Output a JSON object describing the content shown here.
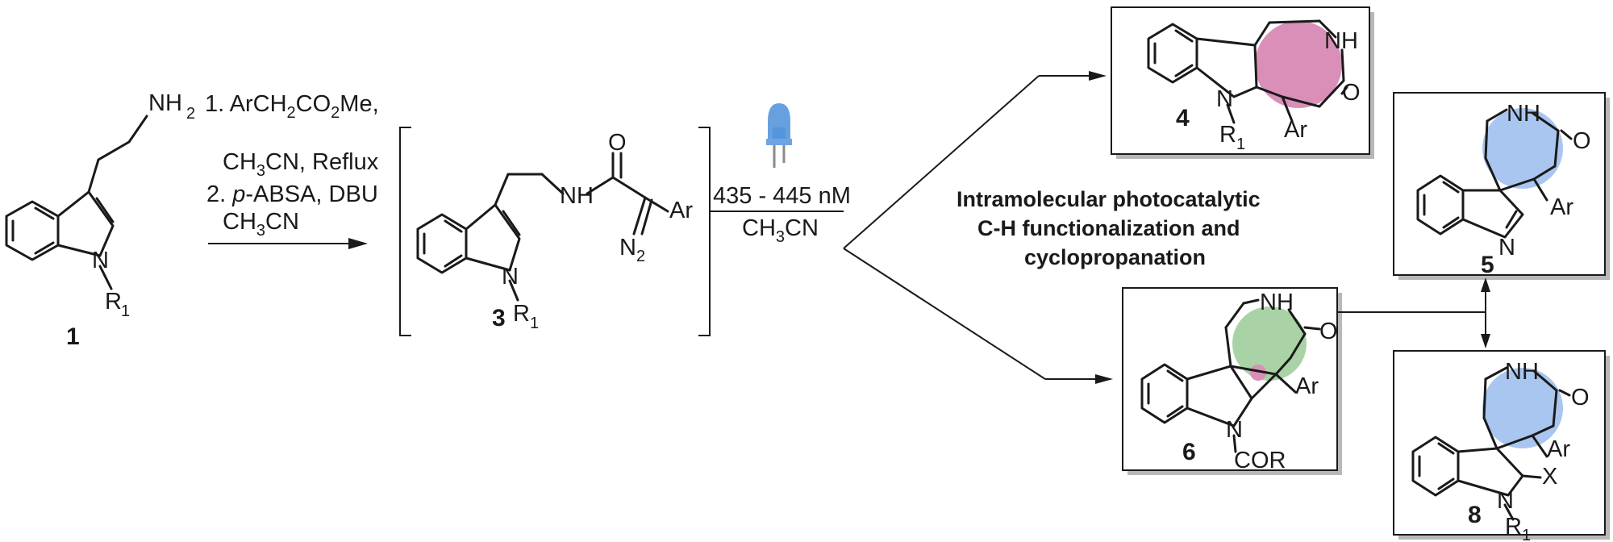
{
  "compounds": {
    "c1": {
      "number": "1",
      "amine": "NH",
      "amine_sub": "2",
      "n_sub_r": "R",
      "n_sub_idx": "1",
      "n_atom": "N"
    },
    "c3": {
      "number": "3",
      "nh": "NH",
      "o": "O",
      "ar": "Ar",
      "n2": "N",
      "n2_sub": "2",
      "n_atom": "N",
      "r": "R",
      "r_idx": "1"
    },
    "c4": {
      "number": "4",
      "nh": "NH",
      "o": "O",
      "ar": "Ar",
      "n_atom": "N",
      "r": "R",
      "r_idx": "1"
    },
    "c5": {
      "number": "5",
      "nh": "NH",
      "o": "O",
      "ar": "Ar",
      "n_atom": "N"
    },
    "c6": {
      "number": "6",
      "nh": "NH",
      "o": "O",
      "ar": "Ar",
      "n_atom": "N",
      "cor": "COR"
    },
    "c8": {
      "number": "8",
      "nh": "NH",
      "o": "O",
      "ar": "Ar",
      "x": "X",
      "n_atom": "N",
      "r": "R",
      "r_idx": "1"
    }
  },
  "step1": {
    "line1_a": "1. ArCH",
    "line1_b": "2",
    "line1_c": "CO",
    "line1_d": "2",
    "line1_e": "Me,",
    "line2_a": "CH",
    "line2_b": "3",
    "line2_c": "CN, Reflux",
    "line3_a": "2. ",
    "line3_b": "p",
    "line3_c": "-ABSA, DBU",
    "line4_a": "CH",
    "line4_b": "3",
    "line4_c": "CN"
  },
  "step2": {
    "wavelength": "435 - 445 nM",
    "solvent_a": "CH",
    "solvent_b": "3",
    "solvent_c": "CN"
  },
  "annotation": {
    "line1": "Intramolecular photocatalytic",
    "line2": "C-H functionalization and",
    "line3": "cyclopropanation"
  },
  "colors": {
    "pink_ring": "#d98fb8",
    "green_ring": "#a9d3a6",
    "blue_ring": "#a8c6ef",
    "led_blue": "#4c8fd8",
    "led_legs": "#8a8a8a"
  },
  "icons": [
    "blue-led-icon"
  ]
}
